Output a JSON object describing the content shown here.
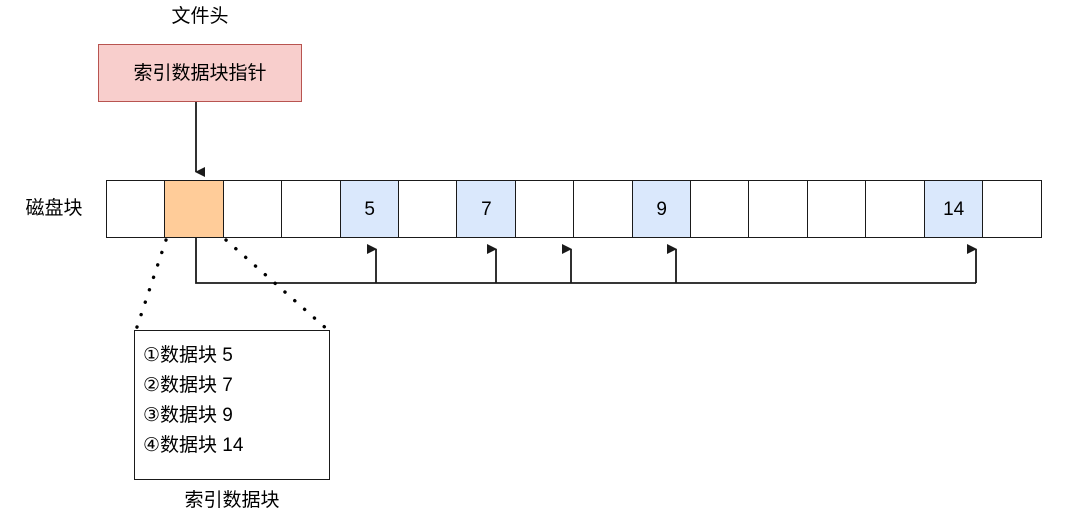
{
  "diagram": {
    "title_label": "文件头",
    "disk_row_label": "磁盘块",
    "index_block_caption": "索引数据块",
    "file_header_box": {
      "text": "索引数据块指针",
      "fill_color": "#f8cecc",
      "border_color": "#b85450"
    },
    "colors": {
      "index_pointer_cell": "#ffcc99",
      "data_block_cell": "#dae8fc",
      "stroke": "#1a1a1a",
      "background": "#ffffff"
    },
    "disk_blocks": {
      "count": 16,
      "cells": [
        {
          "label": "",
          "fill": "white"
        },
        {
          "label": "",
          "fill": "orange"
        },
        {
          "label": "",
          "fill": "white"
        },
        {
          "label": "",
          "fill": "white"
        },
        {
          "label": "5",
          "fill": "blue"
        },
        {
          "label": "",
          "fill": "white"
        },
        {
          "label": "7",
          "fill": "blue"
        },
        {
          "label": "",
          "fill": "white"
        },
        {
          "label": "",
          "fill": "white"
        },
        {
          "label": "9",
          "fill": "blue"
        },
        {
          "label": "",
          "fill": "white"
        },
        {
          "label": "",
          "fill": "white"
        },
        {
          "label": "",
          "fill": "white"
        },
        {
          "label": "",
          "fill": "white"
        },
        {
          "label": "14",
          "fill": "blue"
        },
        {
          "label": "",
          "fill": "white"
        }
      ]
    },
    "index_entries": [
      "①数据块 5",
      "②数据块 7",
      "③数据块 9",
      "④数据块 14"
    ]
  }
}
